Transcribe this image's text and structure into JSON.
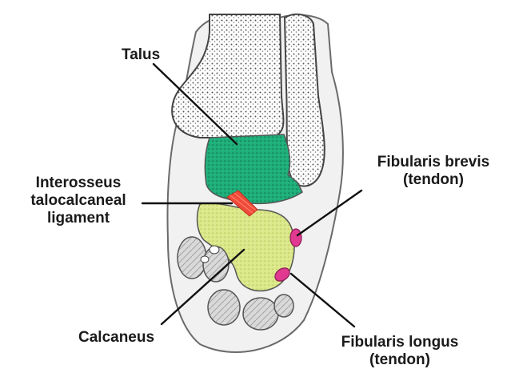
{
  "labels": {
    "talus": "Talus",
    "interosseus_line1": "Interosseus",
    "interosseus_line2": "talocalcaneal",
    "interosseus_line3": "ligament",
    "fibularis_brevis_line1": "Fibularis brevis",
    "fibularis_brevis_line2": "(tendon)",
    "calcaneus": "Calcaneus",
    "fibularis_longus_line1": "Fibularis longus",
    "fibularis_longus_line2": "(tendon)"
  },
  "colors": {
    "talus": "#1fae7a",
    "calcaneus": "#dbe88a",
    "ligament": "#f04a3a",
    "fibularis_tendons": "#e0398f",
    "bone_outline": "#444444",
    "leader_line": "#111111"
  }
}
